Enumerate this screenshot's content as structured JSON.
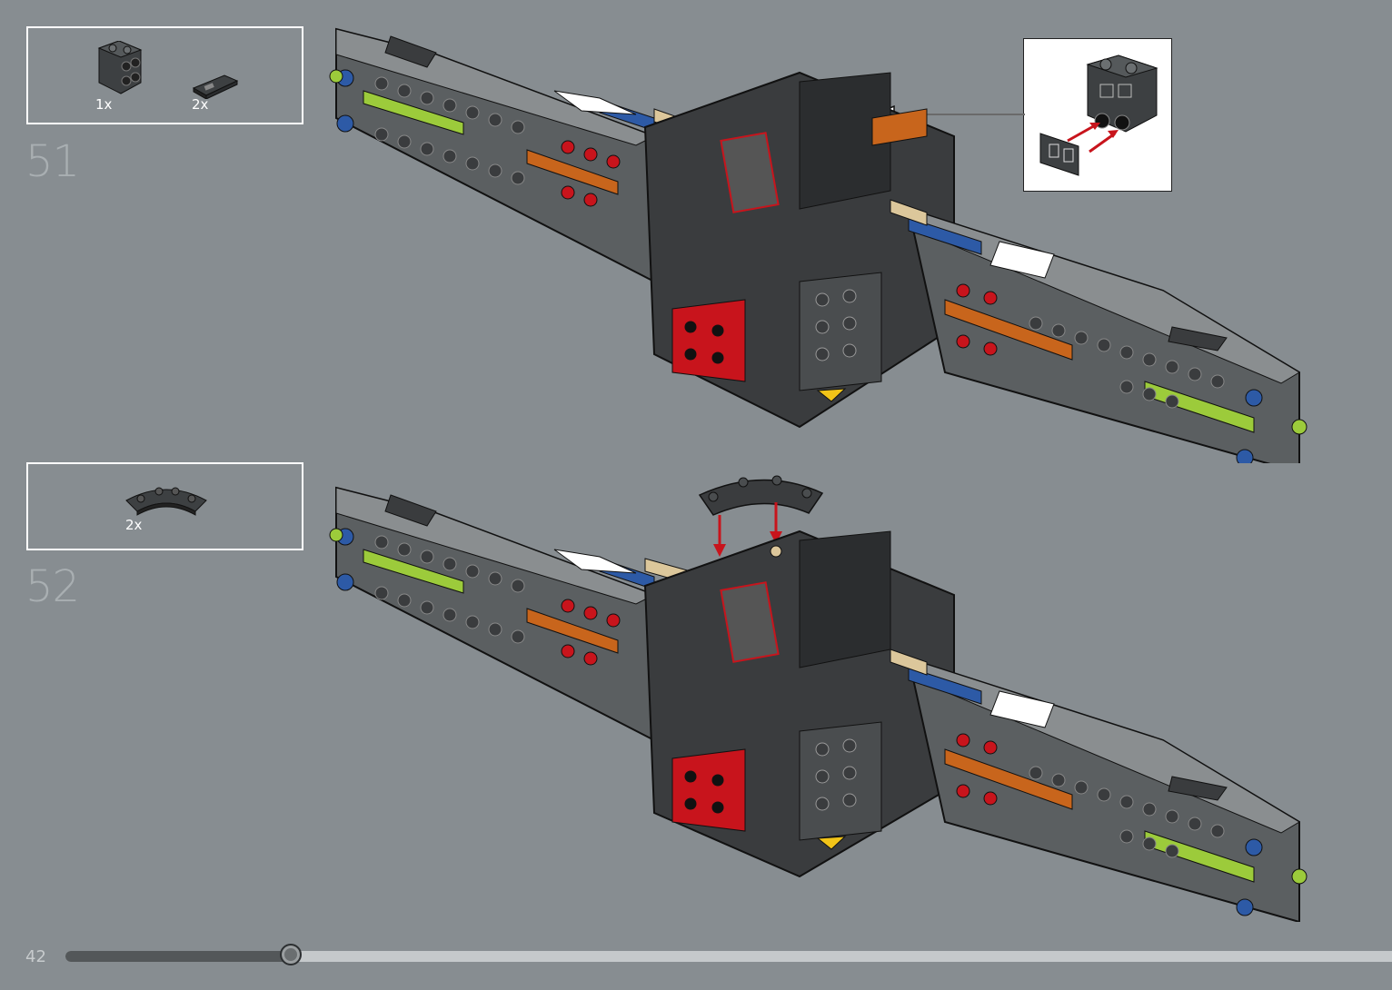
{
  "page": {
    "number": "42",
    "progress_fraction": 0.17
  },
  "steps": [
    {
      "step_number": "51",
      "parts": [
        {
          "icon": "bracket-piece-icon",
          "quantity": "1x"
        },
        {
          "icon": "tile-plate-piece-icon",
          "quantity": "2x"
        }
      ],
      "callout": {
        "icon": "sub-assembly-callout-icon"
      }
    },
    {
      "step_number": "52",
      "parts": [
        {
          "icon": "arch-plate-piece-icon",
          "quantity": "2x"
        }
      ]
    }
  ],
  "colors": {
    "background": "#878d91",
    "frame": "#ffffff",
    "brick_dark": "#3a3c3e",
    "brick_red": "#c8141c",
    "brick_lime": "#9ccb3b",
    "brick_orange": "#c8651c",
    "brick_blue": "#2d5aa6",
    "brick_tan": "#dcc79b",
    "brick_yellow": "#f2c418",
    "arrow_red": "#c8141c"
  }
}
